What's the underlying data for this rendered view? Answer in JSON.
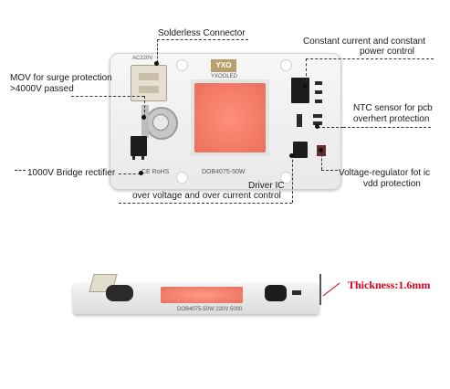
{
  "labels": {
    "solderless_connector": "Solderless Connector",
    "mov_line1": "MOV for surge protection",
    "mov_line2": ">4000V passed",
    "bridge_rectifier": "1000V Bridge rectifier",
    "constant_current_line1": "Constant current and constant",
    "constant_current_line2": "power control",
    "ntc_line1": "NTC sensor for pcb",
    "ntc_line2": "overhert protection",
    "voltage_regulator_line1": "Voltage-regulator fot ic",
    "voltage_regulator_line2": "vdd protection",
    "driver_ic_line1": "Driver IC",
    "driver_ic_line2": "over voltage and over current control",
    "thickness": "Thickness:1.6mm"
  },
  "board_markings": {
    "logo": "YXO",
    "logo_sub": "YXOOLED",
    "model": "DOB4075-50W",
    "certs": "CE RoHS",
    "connector_top": "AC220V",
    "side_model": "DOB4075-50W 220V 5000"
  },
  "colors": {
    "led_surface": "#f47c66",
    "thickness_text": "#d9001b",
    "board": "#f2f2f2"
  }
}
